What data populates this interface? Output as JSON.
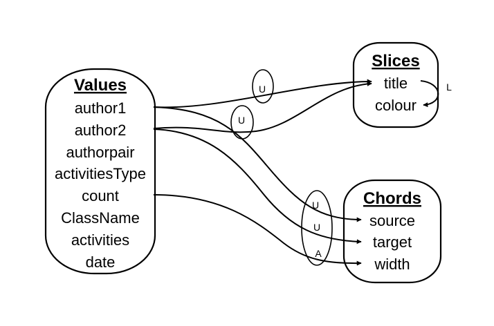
{
  "values_box": {
    "title": "Values",
    "fields": [
      "author1",
      "author2",
      "authorpair",
      "activitiesType",
      "count",
      "ClassName",
      "activities",
      "date"
    ]
  },
  "slices_box": {
    "title": "Slices",
    "fields": [
      "title",
      "colour"
    ]
  },
  "chords_box": {
    "title": "Chords",
    "fields": [
      "source",
      "target",
      "width"
    ]
  },
  "edge_labels": {
    "author1_to_title": "U",
    "author2_to_title": "U",
    "title_to_colour": "L",
    "author1_to_source": "U",
    "author2_to_target": "U",
    "count_to_width": "A"
  }
}
